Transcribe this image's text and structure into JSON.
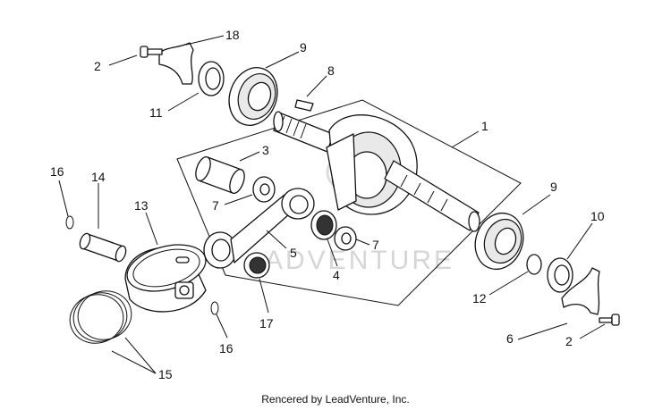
{
  "diagram": {
    "callouts": [
      "1",
      "2",
      "2",
      "3",
      "4",
      "5",
      "6",
      "7",
      "7",
      "8",
      "9",
      "9",
      "10",
      "11",
      "12",
      "13",
      "14",
      "15",
      "16",
      "16",
      "17",
      "18"
    ],
    "watermark": "ADVENTURE",
    "credit": "Rencered by LeadVenture, Inc."
  }
}
